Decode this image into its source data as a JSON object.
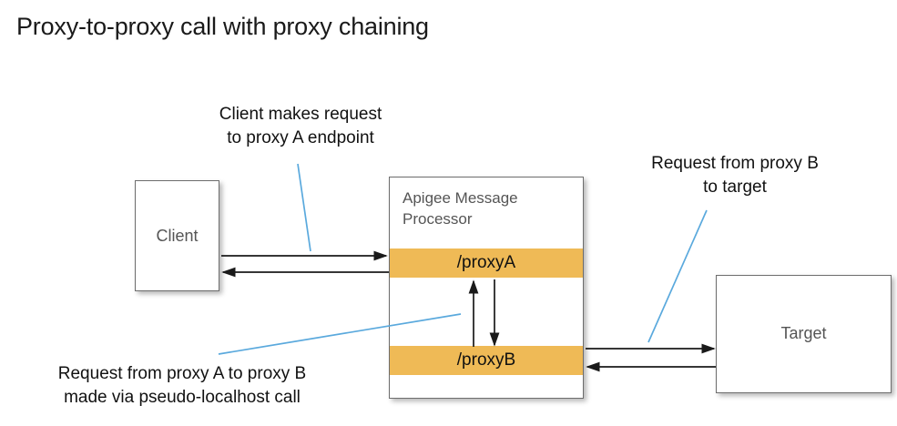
{
  "title": "Proxy-to-proxy call with proxy chaining",
  "nodes": {
    "client": {
      "label": "Client"
    },
    "target": {
      "label": "Target"
    },
    "message_processor": {
      "label": "Apigee Message Processor",
      "proxy_a": "/proxyA",
      "proxy_b": "/proxyB"
    }
  },
  "annotations": {
    "client_request": "Client makes request\nto proxy A endpoint",
    "target_request": "Request from proxy B\nto target",
    "chaining_request": "Request from proxy A to proxy B\nmade via pseudo-localhost call"
  },
  "colors": {
    "proxy_bar": "#efba56",
    "node_border": "#6d6d6d",
    "node_text": "#555555",
    "arrow": "#1a1a1a",
    "leader_line": "#5aa9dd",
    "title_text": "#1a1a1a"
  }
}
